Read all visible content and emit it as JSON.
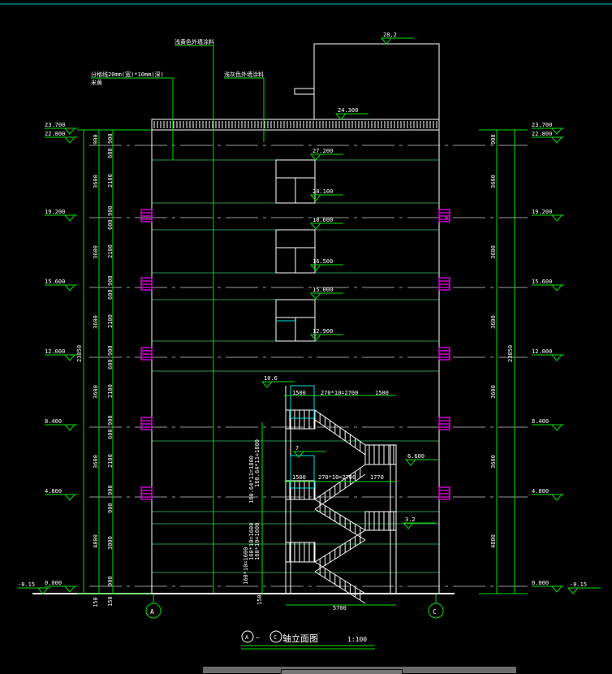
{
  "title": {
    "axis_from": "A",
    "axis_to": "C",
    "tilde": "~",
    "text": "轴立面图",
    "scale": "1:100"
  },
  "annotations": {
    "coping": "分格线20mm(宽)*10mm(深)",
    "coping2": "米黄",
    "paint1": "浅黄色外墙涂料",
    "paint2": "浅灰色外墙涂料"
  },
  "elevations_left": [
    "23.700",
    "22.800",
    "19.200",
    "15.600",
    "12.000",
    "8.400",
    "4.800",
    "0.000",
    "-0.15"
  ],
  "elevations_right": [
    "23.700",
    "22.800",
    "19.200",
    "15.600",
    "12.000",
    "8.400",
    "4.800",
    "0.000",
    "-0.15"
  ],
  "elevations_center": [
    "28.2",
    "24.300",
    "27.200",
    "20.100",
    "18.600",
    "16.500",
    "15.000",
    "12.900",
    "10.6",
    "7",
    "6.600",
    "3.2"
  ],
  "dims_outer_total": "23850",
  "dims_floor": [
    "900",
    "3600",
    "3600",
    "3600",
    "3600",
    "3600",
    "4800",
    "150"
  ],
  "dims_inner": [
    "900",
    "600",
    "2100",
    "900",
    "600",
    "2100",
    "900",
    "600",
    "2100",
    "900",
    "600",
    "2100",
    "900",
    "600",
    "2100",
    "900",
    "900",
    "3000",
    "900",
    "150"
  ],
  "dims_right_floor": [
    "900",
    "3600",
    "3600",
    "3600",
    "3600",
    "3600",
    "4800"
  ],
  "stair_dims": [
    "1500",
    "270*10=2700",
    "1500",
    "1500",
    "270*10=2700",
    "1770",
    "5700"
  ],
  "stair_vertical_dims": [
    "160.64*11=1800",
    "160.64*11=1800",
    "160*10=1600",
    "160*10=1600",
    "160*10=1600",
    "150"
  ],
  "axes": [
    "A",
    "C"
  ],
  "colors": {
    "background": "#000000",
    "dimension": "#00e000",
    "wall": "#ffffff",
    "window": "#ff00ff",
    "grid": "#9a9a9a",
    "accent": "#00e0e0"
  }
}
